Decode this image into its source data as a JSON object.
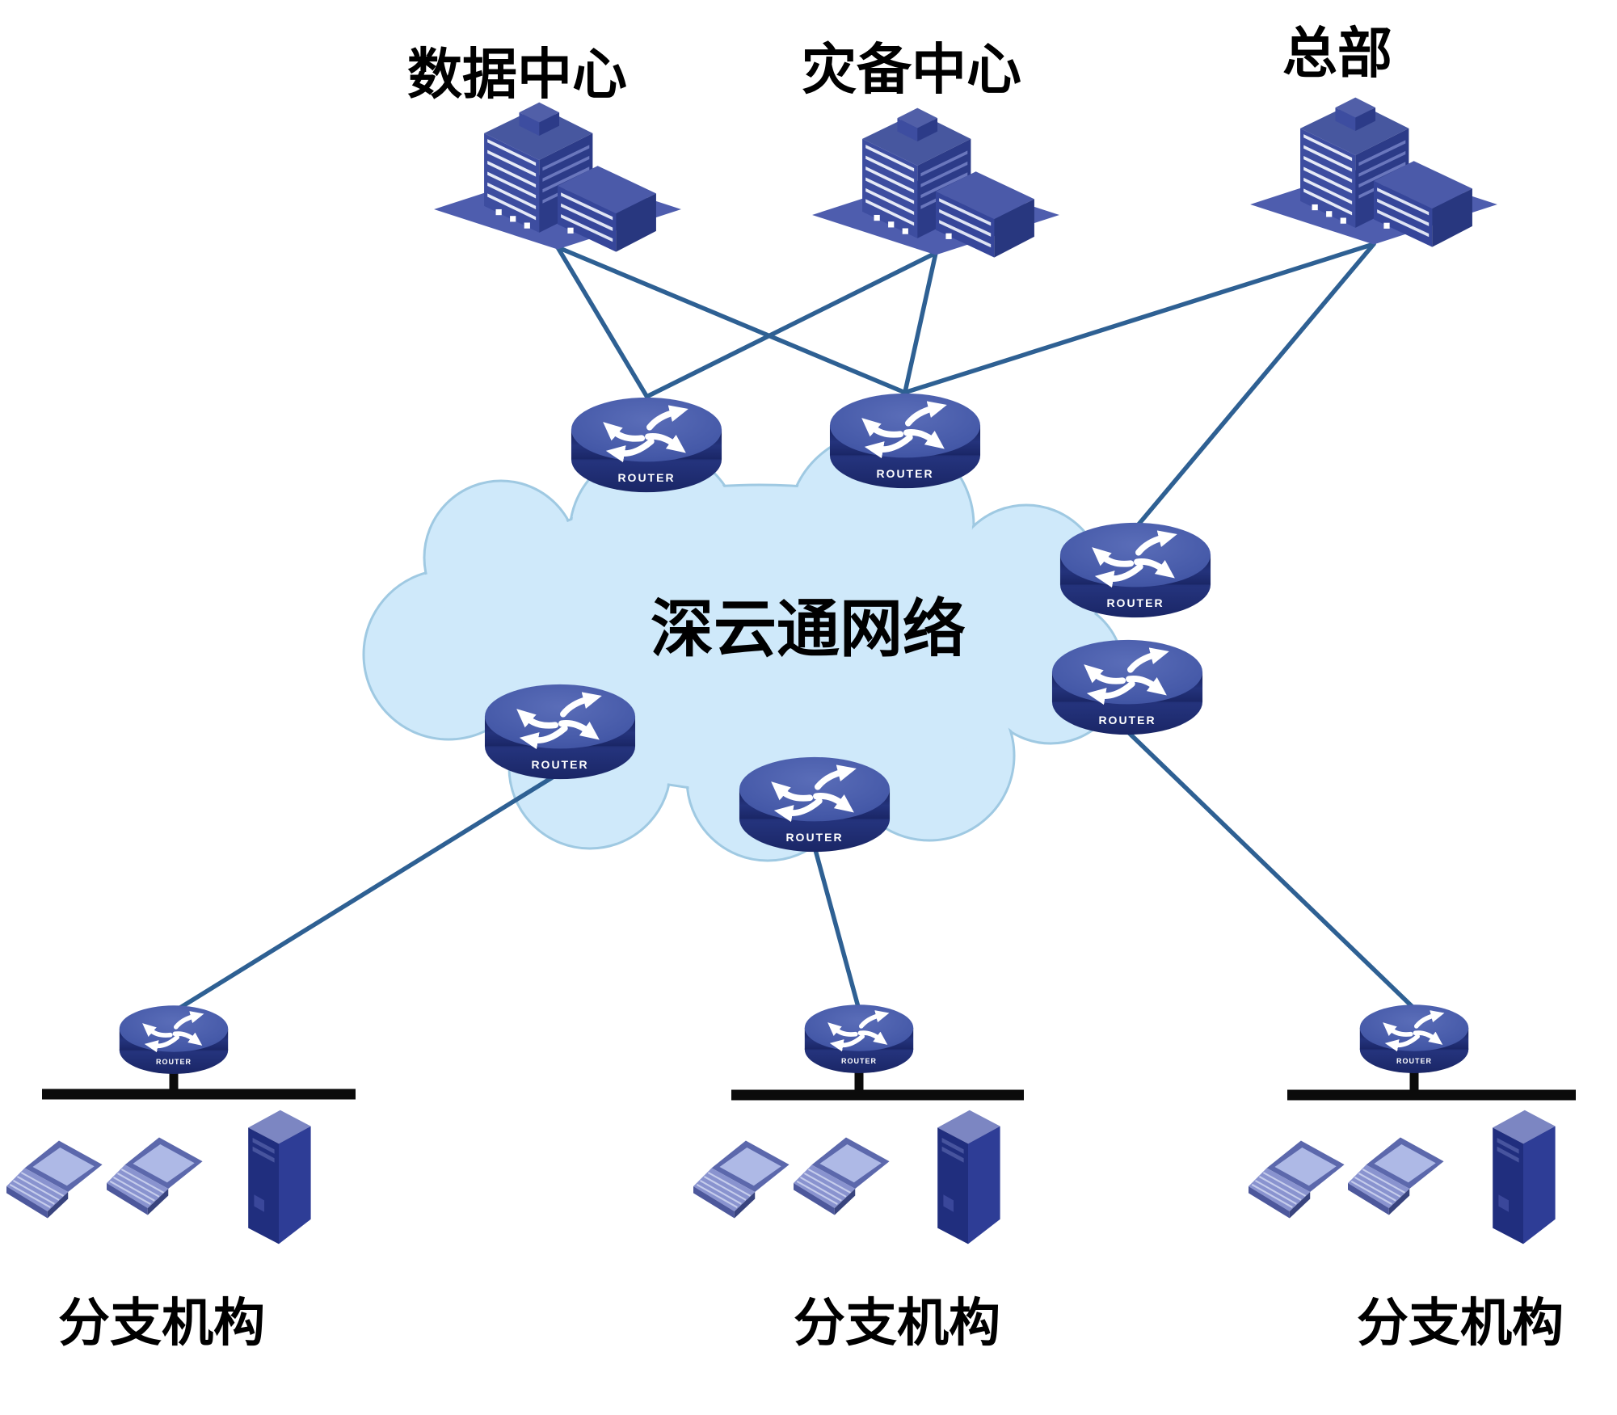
{
  "diagram": {
    "sites": [
      {
        "id": "data-center",
        "label": "数据中心"
      },
      {
        "id": "disaster-recovery-center",
        "label": "灾备中心"
      },
      {
        "id": "headquarters",
        "label": "总部"
      }
    ],
    "cloud": {
      "label": "深云通网络"
    },
    "branches": [
      {
        "id": "branch-1",
        "label": "分支机构",
        "devices": [
          "laptop",
          "laptop",
          "server"
        ]
      },
      {
        "id": "branch-2",
        "label": "分支机构",
        "devices": [
          "laptop",
          "laptop",
          "server"
        ]
      },
      {
        "id": "branch-3",
        "label": "分支机构",
        "devices": [
          "laptop",
          "laptop",
          "server"
        ]
      }
    ],
    "router_label": "ROUTER",
    "counts": {
      "core_routers": 6,
      "branch_routers": 3
    },
    "colors": {
      "wan_link": "#2e6093",
      "lan_bus": "#0b0b0b",
      "cloud_fill": "#cfe9fa",
      "cloud_border": "#9fc9e2",
      "router_top": "#4559a8",
      "router_side": "#1e2a66",
      "building_blue": "#3d4da0",
      "laptop_blue": "#8993cf",
      "server_blue": "#2e3d96"
    }
  }
}
